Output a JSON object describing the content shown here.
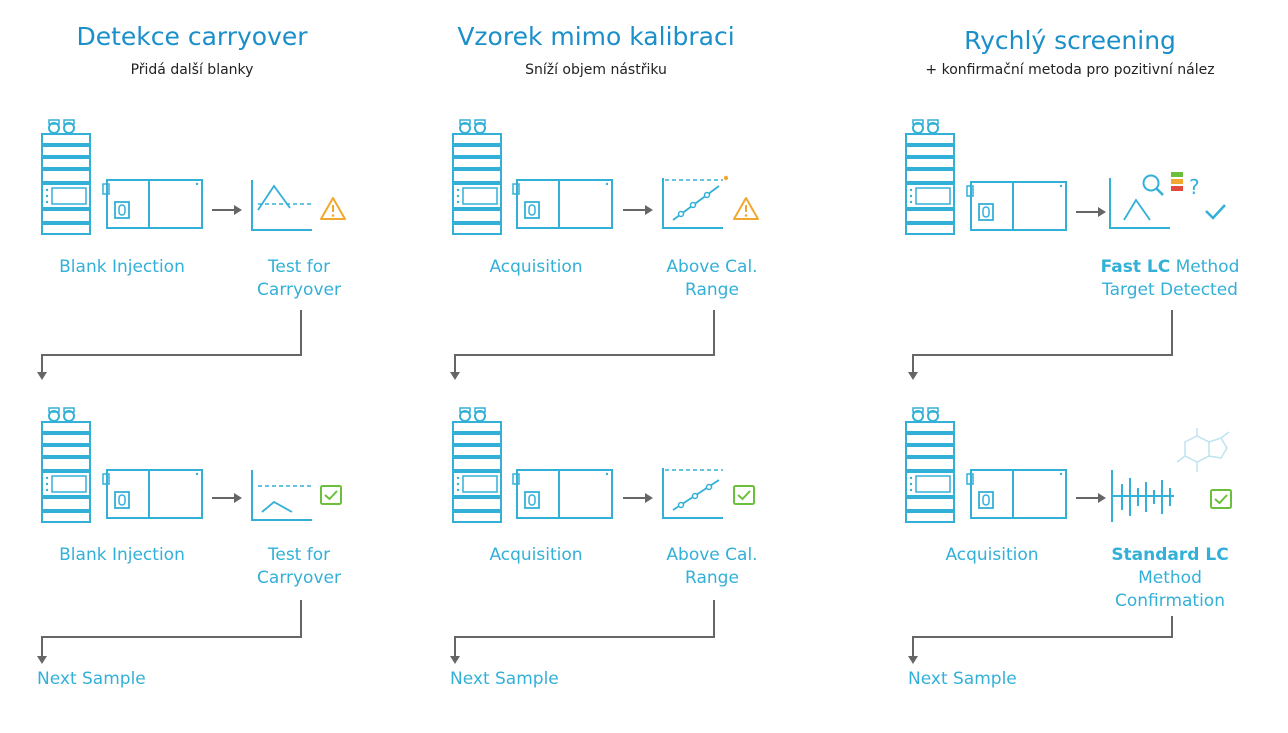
{
  "columns": [
    {
      "title": "Detekce carryover",
      "subtitle": "Přidá další blanky",
      "row1": {
        "left_label": "Blank Injection",
        "right_line1": "Test for",
        "right_line2": "Carryover",
        "status": "warning"
      },
      "row2": {
        "left_label": "Blank Injection",
        "right_line1": "Test for",
        "right_line2": "Carryover",
        "status": "ok"
      },
      "next": "Next Sample"
    },
    {
      "title": "Vzorek mimo kalibraci",
      "subtitle": "Sníží objem nástřiku",
      "row1": {
        "left_label": "Acquisition",
        "right_line1": "Above Cal.",
        "right_line2": "Range",
        "status": "warning"
      },
      "row2": {
        "left_label": "Acquisition",
        "right_line1": "Above Cal.",
        "right_line2": "Range",
        "status": "ok"
      },
      "next": "Next Sample"
    },
    {
      "title": "Rychlý screening",
      "subtitle": "+ konfirmační metoda pro pozitivní nález",
      "row1": {
        "left_label": "",
        "right_bold1": "Fast LC",
        "right_rest1": " Method",
        "right_line2": "Target Detected",
        "status": "detected"
      },
      "row2": {
        "left_label": "Acquisition",
        "right_bold1": "Standard LC",
        "right_line2": "Method",
        "right_line3": "Confirmation",
        "status": "ok"
      },
      "next": "Next Sample"
    }
  ],
  "colors": {
    "line": "#33b0d8",
    "arrow": "#666666",
    "warning": "#f0a92e",
    "ok": "#6cbf3a",
    "title": "#1a8fc9"
  },
  "icons": [
    "lc-instrument-icon",
    "ms-detector-icon",
    "arrow-right-icon",
    "peak-chart-icon",
    "calibration-chart-icon",
    "warning-icon",
    "check-box-icon",
    "search-icon",
    "molecule-icon",
    "spectrum-icon"
  ]
}
